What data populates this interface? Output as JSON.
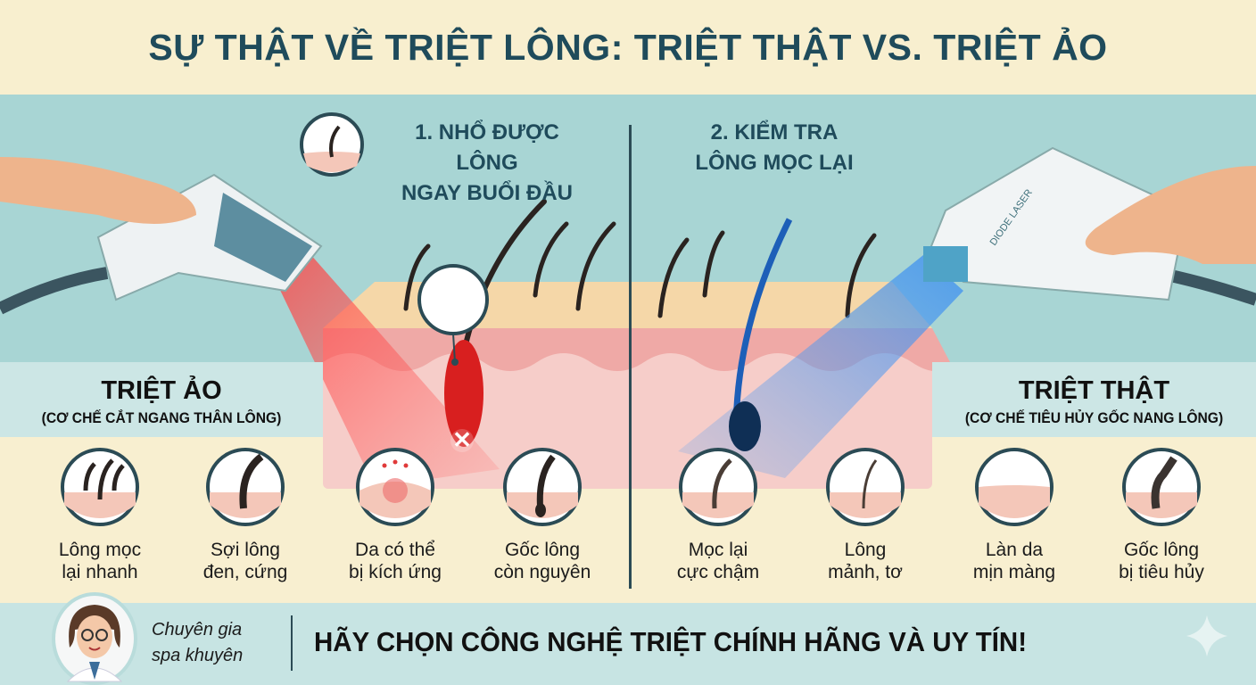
{
  "title": "SỰ THẬT VỀ TRIỆT LÔNG: TRIỆT THẬT VS. TRIỆT ẢO",
  "steps": [
    {
      "line1": "1. NHỔ ĐƯỢC LÔNG",
      "line2": "NGAY BUỔI ĐẦU"
    },
    {
      "line1": "2. KIỂM TRA",
      "line2": "LÔNG MỌC LẠI"
    }
  ],
  "left": {
    "heading": "TRIỆT ẢO",
    "subheading": "(CƠ CHẾ CẮT NGANG THÂN LÔNG)",
    "items": [
      {
        "icon": "regrowing-hair-icon",
        "line1": "Lông mọc",
        "line2": "lại nhanh"
      },
      {
        "icon": "thick-hair-icon",
        "line1": "Sợi lông",
        "line2": "đen, cứng"
      },
      {
        "icon": "irritated-skin-icon",
        "line1": "Da có thể",
        "line2": "bị kích ứng"
      },
      {
        "icon": "intact-root-icon",
        "line1": "Gốc lông",
        "line2": "còn nguyên"
      }
    ]
  },
  "right": {
    "heading": "TRIỆT THẬT",
    "subheading": "(CƠ CHẾ TIÊU HỦY GỐC NANG LÔNG)",
    "items": [
      {
        "icon": "slow-regrowth-icon",
        "line1": "Mọc lại",
        "line2": "cực chậm"
      },
      {
        "icon": "thin-hair-icon",
        "line1": "Lông",
        "line2": "mảnh, tơ"
      },
      {
        "icon": "smooth-skin-icon",
        "line1": "Làn da",
        "line2": "mịn màng"
      },
      {
        "icon": "destroyed-root-icon",
        "line1": "Gốc lông",
        "line2": "bị tiêu hủy"
      }
    ]
  },
  "device_label": "DIODE LASER",
  "footer": {
    "advice_line1": "Chuyên gia",
    "advice_line2": "spa khuyên",
    "cta": "HÃY CHỌN CÔNG NGHỆ TRIỆT CHÍNH HÃNG VÀ UY TÍN!"
  },
  "colors": {
    "title": "#1f4b5b",
    "teal_band": "#a8d5d4",
    "cream": "#f8efd0",
    "red_laser": "#e53935",
    "blue_laser": "#3b7fd8"
  }
}
